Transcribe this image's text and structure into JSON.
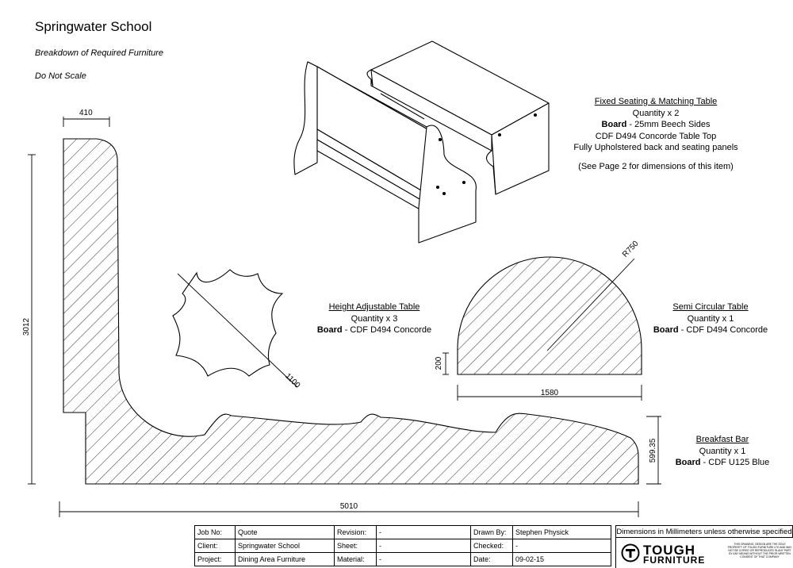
{
  "header": {
    "title": "Springwater School",
    "subtitle": "Breakdown of Required Furniture",
    "scale_note": "Do Not Scale"
  },
  "items": {
    "fixed_seating": {
      "heading": "Fixed Seating & Matching Table",
      "quantity": "Quantity x 2",
      "board_label": "Board",
      "board_value": " - 25mm Beech Sides",
      "line3": "CDF D494 Concorde Table Top",
      "line4": "Fully Upholstered back and seating panels",
      "note": "(See Page 2 for dimensions of this item)"
    },
    "height_adjustable": {
      "heading": "Height Adjustable Table",
      "quantity": "Quantity x 3",
      "board_label": "Board",
      "board_value": " - CDF D494 Concorde"
    },
    "semi_circular": {
      "heading": "Semi Circular Table",
      "quantity": "Quantity x 1",
      "board_label": "Board",
      "board_value": " - CDF D494 Concorde"
    },
    "breakfast_bar": {
      "heading": "Breakfast Bar",
      "quantity": "Quantity x 1",
      "board_label": "Board",
      "board_value": " - CDF U125 Blue"
    }
  },
  "dimensions": {
    "bar_top_width": "410",
    "bar_height": "3012",
    "bar_length": "5010",
    "bar_depth": "599.35",
    "round_table_diameter": "1100",
    "semi_radius": "R750",
    "semi_height": "200",
    "semi_width": "1580"
  },
  "title_block": {
    "job_label": "Job No:",
    "job_value": "Quote",
    "client_label": "Client:",
    "client_value": "Springwater School",
    "project_label": "Project:",
    "project_value": "Dining Area Furniture",
    "revision_label": "Revision:",
    "revision_value": "-",
    "sheet_label": "Sheet:",
    "sheet_value": "-",
    "material_label": "Material:",
    "material_value": "-",
    "drawn_label": "Drawn By:",
    "drawn_value": "Stephen Physick",
    "checked_label": "Checked:",
    "checked_value": "-",
    "date_label": "Date:",
    "date_value": "09-02-15",
    "dims_note": "Dimensions in Millimeters unless otherwise specified",
    "logo_line1": "TOUGH",
    "logo_line2": "FURNITURE",
    "copyright": "THIS DRAWING, DESIGN ARE THE SOLE PROPERTY OF TOUGH FURNITURE LTD AND MAY NOT BE COPIED OR REPRODUCED IN ANY PART BY ANY MEANS WITHOUT THE PRIOR WRITTEN CONSENT OF THAT COMPANY"
  }
}
